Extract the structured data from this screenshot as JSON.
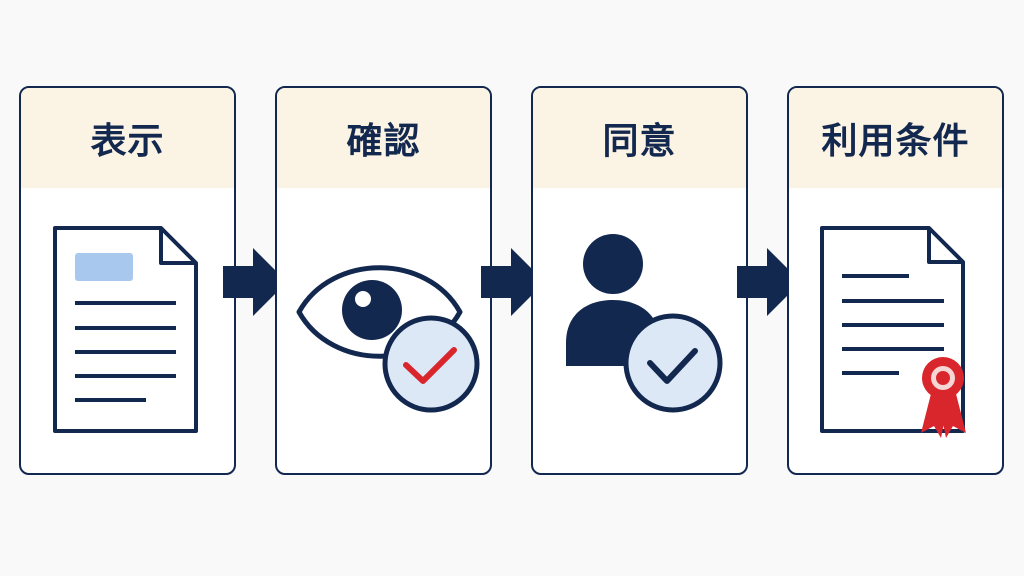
{
  "steps": [
    {
      "label": "表示",
      "icon": "document-icon"
    },
    {
      "label": "確認",
      "icon": "eye-check-icon"
    },
    {
      "label": "同意",
      "icon": "user-check-icon"
    },
    {
      "label": "利用条件",
      "icon": "certificate-document-icon"
    }
  ],
  "colors": {
    "navy": "#13284f",
    "header_bg": "#fbf3e3",
    "check_bg": "#dde8f7",
    "highlight": "#a9c8ee",
    "red": "#d9262c"
  }
}
